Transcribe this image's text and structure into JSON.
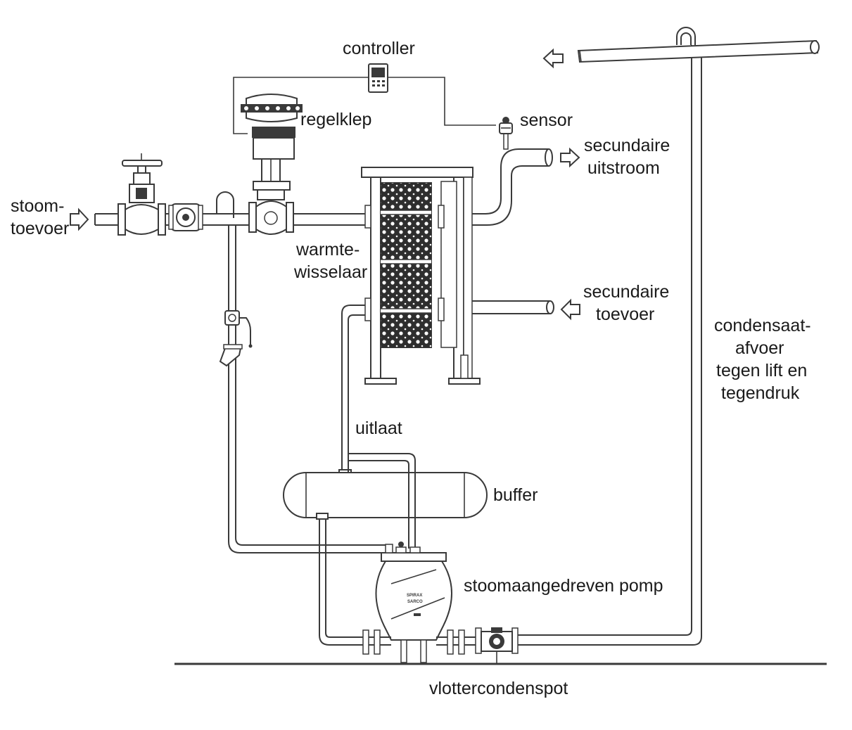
{
  "labels": {
    "controller": "controller",
    "control_valve": "regelklep",
    "sensor": "sensor",
    "steam_supply_line1": "stoom-",
    "steam_supply_line2": "toevoer",
    "secondary_outflow_line1": "secundaire",
    "secondary_outflow_line2": "uitstroom",
    "heat_exchanger_line1": "warmte-",
    "heat_exchanger_line2": "wisselaar",
    "secondary_supply_line1": "secundaire",
    "secondary_supply_line2": "toevoer",
    "condensate_return_line1": "condensaat-",
    "condensate_return_line2": "afvoer",
    "condensate_return_line3": "tegen lift en",
    "condensate_return_line4": "tegendruk",
    "outlet": "uitlaat",
    "buffer": "buffer",
    "steam_pump": "stoomaangedreven pomp",
    "float_trap": "vlottercondenspot"
  },
  "pump_brand_line1": "SPIRAX",
  "pump_brand_line2": "SARCO",
  "colors": {
    "line": "#3a3a3a",
    "text": "#1a1a1a",
    "background": "#ffffff"
  }
}
